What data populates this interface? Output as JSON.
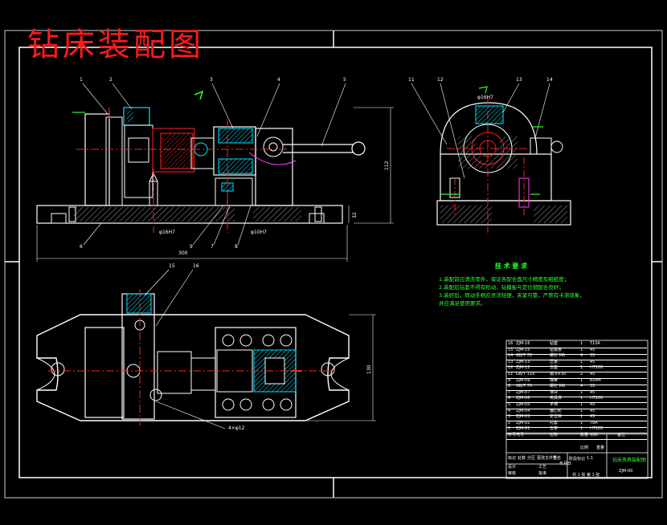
{
  "drawing": {
    "title": "钻床装配图",
    "colors": {
      "background": "#000000",
      "outline": "#ffffff",
      "cyan": "#00e5ff",
      "red": "#ff2020",
      "magenta": "#ff40ff",
      "green": "#2cff2c",
      "yellow": "#ffff00"
    },
    "balloons": [
      "1",
      "2",
      "3",
      "4",
      "5",
      "6",
      "7",
      "8",
      "9",
      "11",
      "12",
      "13",
      "14",
      "15",
      "16"
    ],
    "dimensions": {
      "overall_length": "300",
      "height_front": "112",
      "base_height": "32",
      "bore_a": "φ16H7",
      "bore_b": "φ10H7",
      "plan_height": "130",
      "plan_holes": "4×φ12"
    },
    "technical_requirements": {
      "title": "技 术 要 求",
      "items": [
        "1.装配前应清洗零件，保证各配合面尺寸精度及粗糙度；",
        "2.装配后钻套不得有松动，钻模板与定位销配合良好；",
        "3.装好后，转动手柄应灵活轻便，夹紧可靠，严禁有卡滞现象，",
        "  并应满足使用要求。"
      ]
    },
    "title_block": {
      "drawing_name": "钻床夹具装配图",
      "drawing_number": "ZJM-00",
      "scale": "1:1",
      "sheet": "共 1 张  第 1 张",
      "headers": [
        "序号",
        "代号",
        "名称",
        "数量",
        "材料",
        "备注"
      ],
      "bom": [
        [
          "16",
          "ZJM-16",
          "钻套",
          "1",
          "T10A",
          ""
        ],
        [
          "15",
          "ZJM-15",
          "钻模板",
          "1",
          "45",
          ""
        ],
        [
          "14",
          "GB/T 70",
          "螺钉 M6",
          "4",
          "35",
          ""
        ],
        [
          "13",
          "ZJM-13",
          "压板",
          "1",
          "45",
          ""
        ],
        [
          "12",
          "ZJM-12",
          "支座",
          "1",
          "HT200",
          ""
        ],
        [
          "11",
          "GB/T 119",
          "销 6×30",
          "2",
          "45",
          ""
        ],
        [
          "9",
          "ZJM-09",
          "弹簧",
          "1",
          "65Mn",
          ""
        ],
        [
          "8",
          "GB/T 70",
          "螺钉 M8",
          "4",
          "35",
          ""
        ],
        [
          "7",
          "ZJM-07",
          "滑块",
          "1",
          "45",
          ""
        ],
        [
          "6",
          "ZJM-06",
          "夹具体",
          "1",
          "HT200",
          ""
        ],
        [
          "5",
          "ZJM-05",
          "手柄",
          "1",
          "45",
          ""
        ],
        [
          "4",
          "ZJM-04",
          "偏心轮",
          "1",
          "45",
          ""
        ],
        [
          "3",
          "ZJM-03",
          "定位块",
          "1",
          "45",
          ""
        ],
        [
          "2",
          "ZJM-02",
          "衬套",
          "1",
          "T8A",
          ""
        ],
        [
          "1",
          "ZJM-01",
          "支架",
          "1",
          "HT200",
          ""
        ]
      ],
      "rev_labels": [
        "标记",
        "处数",
        "分区",
        "更改文件号",
        "签名",
        "年月日"
      ],
      "role_labels": [
        "设计",
        "审核",
        "工艺",
        "批准"
      ],
      "stage_labels": [
        "阶段标记",
        "重量",
        "比例"
      ]
    }
  }
}
